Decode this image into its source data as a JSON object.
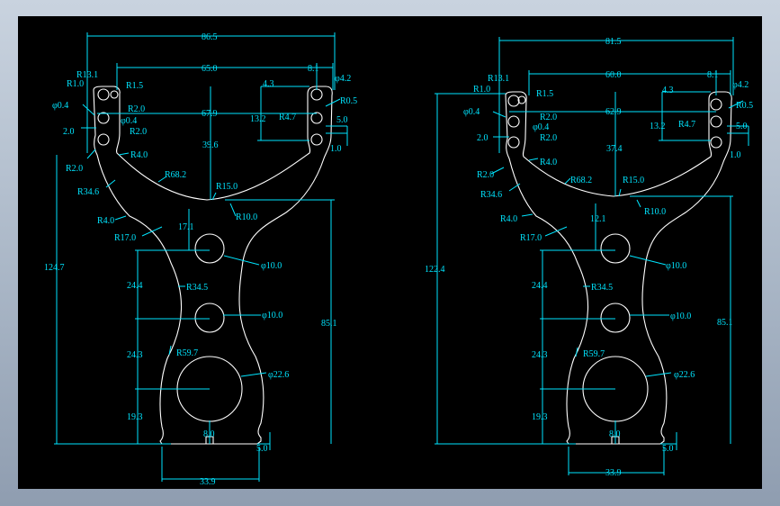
{
  "colors": {
    "background": "#000000",
    "dimension": "#00e5ff",
    "geometry": "#ffffff",
    "frame": "#a9b6c6"
  },
  "left": {
    "overall_width": "86.5",
    "mount_spacing": "65.0",
    "tip_offset": "8.1",
    "fork_width": "67.9",
    "fork_depth": "39.6",
    "overall_height": "124.7",
    "handle_height": "85.1",
    "neck_drop": "17.1",
    "hole_spacing_1": "24.4",
    "hole_spacing_2": "24.3",
    "bottom_offset": "19.3",
    "base_width": "33.9",
    "notch_width": "8.0",
    "notch_depth": "5.0",
    "d_small": "4.3",
    "d_slot": "13.2",
    "r_slot": "R4.7",
    "d_5": "5.0",
    "d_1": "1.0",
    "r13_1": "R13.1",
    "r1_0": "R1.0",
    "r1_5": "R1.5",
    "phi0_4a": "φ0.4",
    "r2_0a": "R2.0",
    "phi0_4b": "φ0.4",
    "d_2": "2.0",
    "r2_0b": "R2.0",
    "r2_0c": "R2.0",
    "r4_0a": "R4.0",
    "r68_2": "R68.2",
    "r34_6": "R34.6",
    "r15_0": "R15.0",
    "r10_0": "R10.0",
    "r4_0b": "R4.0",
    "r17_0": "R17.0",
    "phi10a": "φ10.0",
    "r34_5": "R34.5",
    "phi10b": "φ10.0",
    "r59_7": "R59.7",
    "phi22_6": "φ22.6",
    "phi4_2": "φ4.2",
    "r0_5": "R0.5"
  },
  "right": {
    "overall_width": "81.5",
    "mount_spacing": "60.0",
    "tip_offset": "8.1",
    "fork_width": "62.9",
    "fork_depth": "37.4",
    "overall_height": "122.4",
    "handle_height": "85.1",
    "neck_drop": "12.1",
    "hole_spacing_1": "24.4",
    "hole_spacing_2": "24.3",
    "bottom_offset": "19.3",
    "base_width": "33.9",
    "notch_width": "8.0",
    "notch_depth": "5.0",
    "d_small": "4.3",
    "d_slot": "13.2",
    "r_slot": "R4.7",
    "d_5": "5.0",
    "d_1": "1.0",
    "r13_1": "R13.1",
    "r1_0": "R1.0",
    "r1_5": "R1.5",
    "phi0_4a": "φ0.4",
    "r2_0a": "R2.0",
    "phi0_4b": "φ0.4",
    "d_2": "2.0",
    "r2_0b": "R2.0",
    "r2_0c": "R2.0",
    "r4_0a": "R4.0",
    "r68_2": "R68.2",
    "r34_6": "R34.6",
    "r15_0": "R15.0",
    "r10_0": "R10.0",
    "r4_0b": "R4.0",
    "r17_0": "R17.0",
    "phi10a": "φ10.0",
    "r34_5": "R34.5",
    "phi10b": "φ10.0",
    "r59_7": "R59.7",
    "phi22_6": "φ22.6",
    "phi4_2": "φ4.2",
    "r0_5": "R0.5"
  }
}
